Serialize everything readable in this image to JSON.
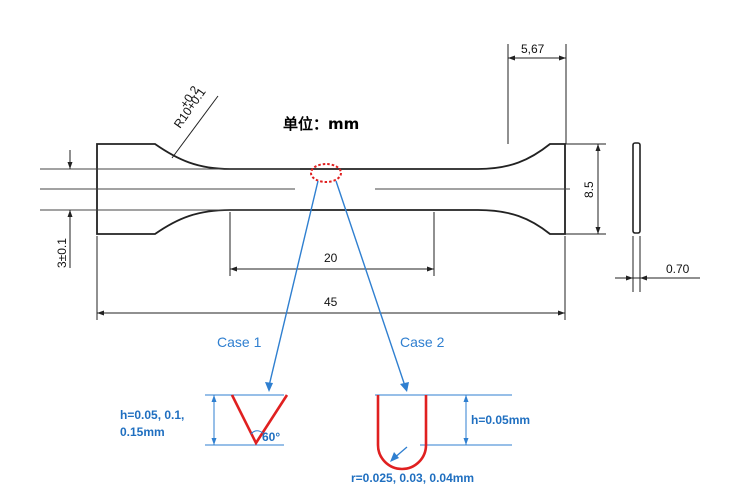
{
  "diagram": {
    "unit_label": "单位：mm",
    "dimensions": {
      "radius_tolerance": "+0.2",
      "radius_label": "R10+0.1",
      "thickness_top": "5,67",
      "width": "8.5",
      "thickness": "0.70",
      "gauge_width": "3±0.1",
      "gauge_length": "20",
      "total_length": "45"
    },
    "cases": [
      {
        "label": "Case 1",
        "depth_text_line1": "h=0.05, 0.1,",
        "depth_text_line2": "0.15mm",
        "angle_text": "60°"
      },
      {
        "label": "Case 2",
        "depth_text": "h=0.05mm",
        "radius_text": "r=0.025, 0.03, 0.04mm"
      }
    ],
    "colors": {
      "drawing": "#222222",
      "notch": "#e02020",
      "annotation": "#2f7fd0",
      "highlight": "#e02020"
    }
  }
}
